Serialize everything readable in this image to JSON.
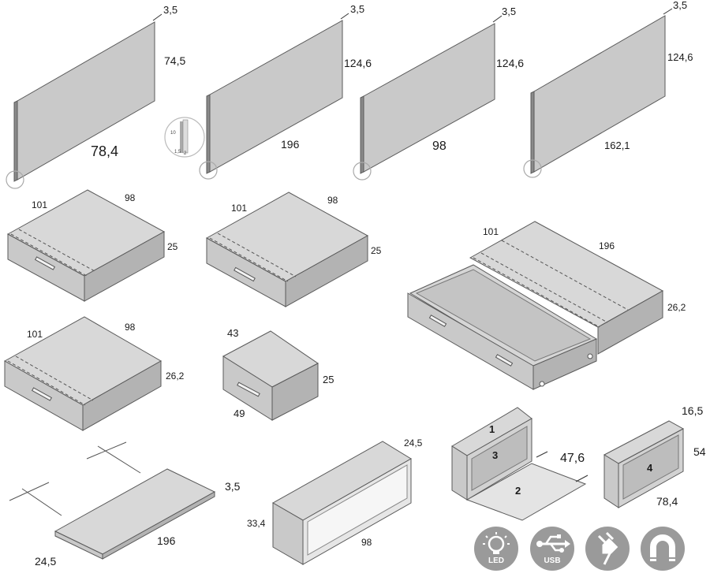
{
  "panels": [
    {
      "thickness": "3,5",
      "height": "74,5",
      "width": "78,4"
    },
    {
      "thickness": "3,5",
      "height": "124,6",
      "width": "196"
    },
    {
      "thickness": "3,5",
      "height": "124,6",
      "width": "98"
    },
    {
      "thickness": "3,5",
      "height": "124,6",
      "width": "162,1"
    }
  ],
  "detail_dims": [
    "10",
    "1,5",
    "2"
  ],
  "bases": [
    {
      "depth": "101",
      "width": "98",
      "height": "25"
    },
    {
      "depth": "101",
      "width": "98",
      "height": "25"
    },
    {
      "depth": "101",
      "width": "98",
      "height": "26,2"
    }
  ],
  "double_base": {
    "depth": "101",
    "width": "196",
    "height": "26,2"
  },
  "cube": {
    "depth": "43",
    "width": "49",
    "height": "25"
  },
  "shelf": {
    "thickness": "3,5",
    "length": "196",
    "depth": "24,5"
  },
  "open_shelf": {
    "depth": "24,5",
    "height": "33,4",
    "width": "98"
  },
  "desk": {
    "part1": "1",
    "part3": "3",
    "part2": "2",
    "depth": "47,6"
  },
  "box4": {
    "number": "4",
    "depth": "16,5",
    "height": "54",
    "width": "78,4"
  },
  "features": [
    {
      "icon": "led-bulb-icon",
      "label": "LED"
    },
    {
      "icon": "usb-icon",
      "label": "USB"
    },
    {
      "icon": "power-plug-icon",
      "label": ""
    },
    {
      "icon": "magnet-icon",
      "label": ""
    }
  ],
  "colors": {
    "panel_fill": "#bebebe",
    "panel_edge": "#6f6f6f",
    "line": "#4a4a4a",
    "icon_bg": "#9a9a9a"
  }
}
